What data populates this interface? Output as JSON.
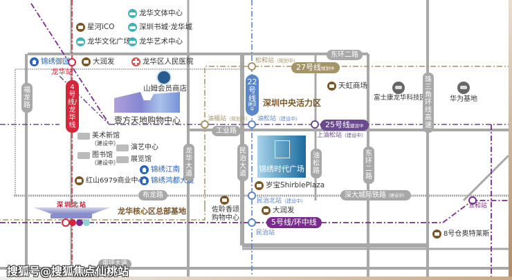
{
  "map_title": "锦绣时代广场 区位交通图",
  "hero": {
    "name": "锦绣时代广场"
  },
  "colors": {
    "line4": "#d6263a",
    "line22": "#5b86c9",
    "line27": "#a59467",
    "line25": "#6a4a8c",
    "line5": "#7a2a8e",
    "road": "#a8a8a8",
    "poi_brown": "#7a5526",
    "poi_teal": "#3fb3b5",
    "poi_blue": "#2b63b8"
  },
  "metro_lines": [
    {
      "id": "line4",
      "label": "4号线/龙华线",
      "status": ""
    },
    {
      "id": "line22",
      "label": "22号线",
      "status": "建设中"
    },
    {
      "id": "line27",
      "label": "27号线",
      "status": "规划中"
    },
    {
      "id": "line25",
      "label": "25号线",
      "status": "建设中"
    },
    {
      "id": "line5",
      "label": "5号线/环中线",
      "status": ""
    }
  ],
  "stations": {
    "longhua": {
      "name": "龙华站",
      "status": ""
    },
    "songhe": {
      "name": "松和站",
      "status": "（规划中）"
    },
    "youfu": {
      "name": "油福站",
      "status": "（规划中）"
    },
    "yousong": {
      "name": "油松站",
      "status": "（建设中）"
    },
    "shangyousong": {
      "name": "上油松站",
      "status": "（建设中）"
    },
    "minzhibei": {
      "name": "民治北站",
      "status": "（建设中）"
    },
    "minzhi": {
      "name": "民治站",
      "status": ""
    },
    "wuhe": {
      "name": "五和站",
      "status": ""
    },
    "shenzhenbei": {
      "name": "深圳北站",
      "status": ""
    }
  },
  "roads": {
    "fulong": "福龙路",
    "donghuan2_top": "东环二路",
    "donghuan2_mid": "东环二路",
    "gongye": "工业路",
    "longhua_ave": "龙华大道",
    "minzhi_ave": "民治大道",
    "yousong": "油松路",
    "bulong": "布龙路",
    "nanping": "南坪大道",
    "zhusanjiao": "珠三角环线高速",
    "shenda_rail": "深大城际铁路",
    "shenda_rail_status": "（建设中）"
  },
  "zones": {
    "central": "深圳中央活力区",
    "hq": "龙华核心区总部基地"
  },
  "pois": {
    "tiyu": "龙华文体中心",
    "xinghe": "星河iCO",
    "shucheng": "深圳书城·龙华城",
    "wenhua": "龙华文化广场",
    "yishu": "龙华艺术中心",
    "jinxiu_yuyuan": "锦绣御园",
    "darunfa1": "大润发",
    "hospital": "龙华区人民医院",
    "sams": "山姆会员商店",
    "yifang": "壹方天地购物中心",
    "meishu": "美术新馆",
    "meishu_status": "（建设中）",
    "yanyi": "演艺中心",
    "tushu": "图书馆",
    "tushu_status": "（建设中）",
    "zhanlan": "展览馆",
    "jinxiu_jiangnan": "锦绣江南",
    "hongshan": "红山6979商业中心",
    "jinxiu_hongdu": "锦绣鸿都大厦",
    "tianhong": "天虹商场",
    "foxconn": "富士康龙华科技园",
    "huawei": "华为基地",
    "suibao": "岁宝ShirblePlaza",
    "darunfa2": "大润发",
    "zuoling_1": "佐聆香颂",
    "zuoling_2": "购物中心",
    "outlets": "8号仓奥特莱斯"
  },
  "watermark": "搜狐号@搜狐焦点仙桃站"
}
